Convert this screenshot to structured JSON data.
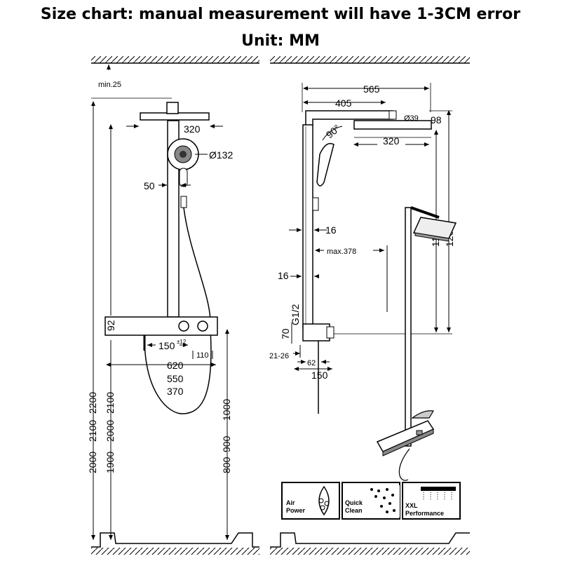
{
  "title": "Size chart: manual measurement will have 1-3CM error",
  "unit": "Unit: MM",
  "left_view": {
    "min_clearance": "min.25",
    "shower_head_width": "320",
    "hand_shower_diameter": "Ø132",
    "riser_offset": "50",
    "thermostat_height": "92",
    "mixer_depth": "150",
    "mixer_tolerance": "±12",
    "knob_spacing": "110",
    "widths": [
      "620",
      "550",
      "370"
    ],
    "total_heights": [
      "2200",
      "2100",
      "2000",
      "1900",
      "2000",
      "2100"
    ],
    "mixer_heights": [
      "1000",
      "900",
      "800"
    ]
  },
  "side_view": {
    "arm_length": "565",
    "arm_reach": "405",
    "pipe_diameter": "Ø39",
    "head_thickness": "98",
    "head_depth": "320",
    "angle": "90°",
    "heights": [
      "1100",
      "1200"
    ],
    "rail_width": "16",
    "max_reach": "max.378",
    "rail_depth": "16",
    "thread": "G1/2",
    "connector_height": "70",
    "wall_gap": "21-26",
    "outlet_offset": "62",
    "body_depth": "150"
  },
  "features": [
    {
      "icon": "air-power-icon",
      "label": "Air\nPower"
    },
    {
      "icon": "quick-clean-icon",
      "label": "Quick\nClean"
    },
    {
      "icon": "xxl-performance-icon",
      "label": "XXL\nPerformance"
    }
  ]
}
